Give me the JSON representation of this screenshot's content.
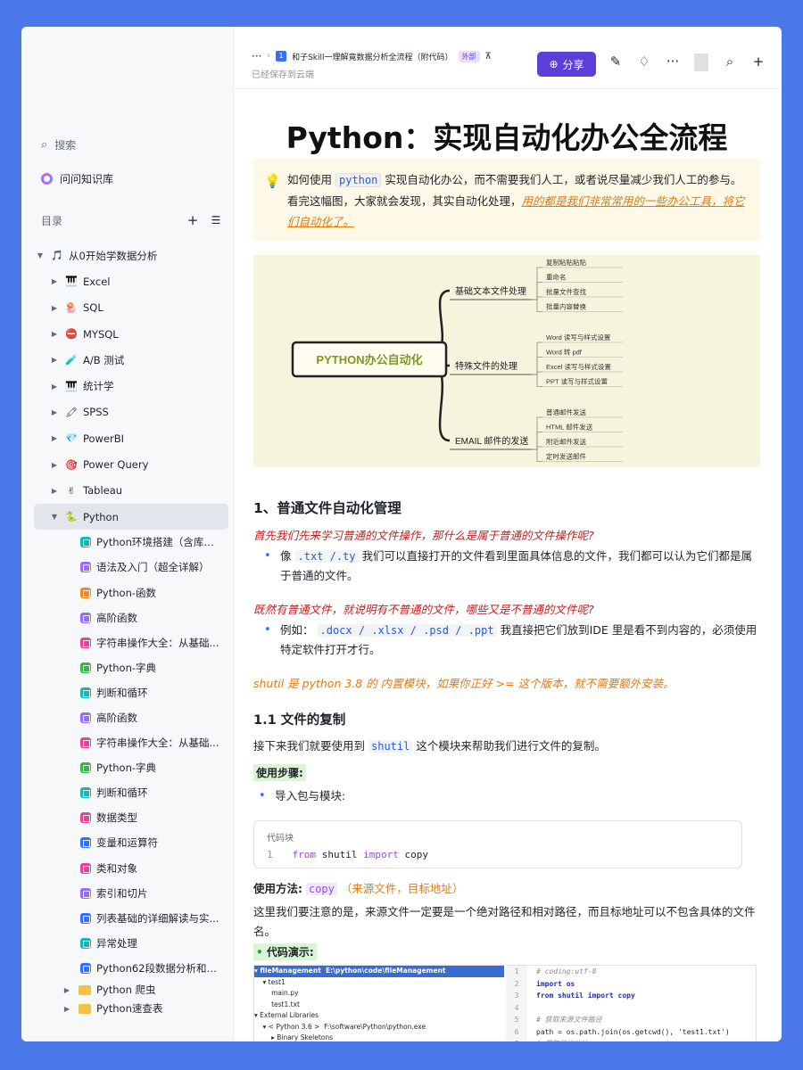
{
  "sidebar": {
    "search_placeholder": "搜索",
    "wiki_label": "问问知识库",
    "toc_label": "目录",
    "tree": [
      {
        "label": "从0开始学数据分析",
        "emoji": "🎵",
        "level": 0,
        "expanded": true
      },
      {
        "label": "Excel",
        "emoji": "🎹",
        "level": 1
      },
      {
        "label": "SQL",
        "emoji": "🪼",
        "level": 1
      },
      {
        "label": "MYSQL",
        "emoji": "⛔",
        "level": 1
      },
      {
        "label": "A/B 测试",
        "emoji": "🧪",
        "level": 1
      },
      {
        "label": "统计学",
        "emoji": "🎹",
        "level": 1
      },
      {
        "label": "SPSS",
        "emoji": "🖍",
        "level": 1
      },
      {
        "label": "PowerBI",
        "emoji": "💎",
        "level": 1
      },
      {
        "label": "Power Query",
        "emoji": "🎯",
        "level": 1
      },
      {
        "label": "Tableau",
        "emoji": "✌",
        "level": 1
      },
      {
        "label": "Python",
        "emoji": "🐍",
        "level": 1,
        "expanded": true,
        "active": true
      }
    ],
    "python_children": [
      {
        "label": "Python环境搭建（含库管...",
        "color": "#16b5b5"
      },
      {
        "label": "语法及入门（超全详解）",
        "color": "#9a6cf0"
      },
      {
        "label": "Python-函数",
        "color": "#f08a24"
      },
      {
        "label": "高阶函数",
        "color": "#9a6cf0"
      },
      {
        "label": "字符串操作大全：从基础...",
        "color": "#e0459a"
      },
      {
        "label": "Python-字典",
        "color": "#3bb54a"
      },
      {
        "label": "判断和循环",
        "color": "#16b5b5"
      },
      {
        "label": "高阶函数",
        "color": "#9a6cf0"
      },
      {
        "label": "字符串操作大全：从基础...",
        "color": "#e0459a"
      },
      {
        "label": "Python-字典",
        "color": "#3bb54a"
      },
      {
        "label": "判断和循环",
        "color": "#16b5b5"
      },
      {
        "label": "数据类型",
        "color": "#e0459a"
      },
      {
        "label": "变量和运算符",
        "color": "#3370ff"
      },
      {
        "label": "类和对象",
        "color": "#e0459a"
      },
      {
        "label": "索引和切片",
        "color": "#9a6cf0"
      },
      {
        "label": "列表基础的详细解读与实...",
        "color": "#3370ff"
      },
      {
        "label": "异常处理",
        "color": "#16b5b5"
      },
      {
        "label": "Python62段数据分析和处...",
        "color": "#3370ff"
      }
    ],
    "folders": [
      {
        "label": "Python 爬虫"
      },
      {
        "label": "Python速查表"
      }
    ]
  },
  "header": {
    "crumb_num": "1",
    "crumb_title": "和子Skill一理解竟数据分析全流程（附代码）",
    "crumb_tag": "外部",
    "saved_text": "已经保存到云端",
    "share_label": "分享"
  },
  "doc": {
    "title": "Python：实现自动化办公全流程",
    "callout": {
      "t1": "如何使用",
      "code": "python",
      "t2": "实现自动化办公，而不需要我们人工，或者说尽量减少我们人工的参与。看完这幅图，大家就会发现，其实自动化处理，",
      "highlight": "用的都是我们非常常用的一些办公工具，将它们自动化了。"
    },
    "mindmap": {
      "root": "PYTHON办公自动化",
      "branches": [
        {
          "label": "基础文本文件处理",
          "leaves": [
            "复制粘贴粘贴",
            "重命名",
            "批量文件查找",
            "批量内容替换"
          ]
        },
        {
          "label": "特殊文件的处理",
          "leaves": [
            "Word 读写与样式设置",
            "Word 转 pdf",
            "Excel 读写与样式设置",
            "PPT 读写与样式设置"
          ]
        },
        {
          "label": "EMAIL 邮件的发送",
          "leaves": [
            "普通邮件发送",
            "HTML 邮件发送",
            "附近邮件发送",
            "定时发送邮件"
          ]
        }
      ]
    },
    "s1_heading": "1、普通文件自动化管理",
    "s1_q1": "首先我们先来学习普通的文件操作，那什么是属于普通的文件操作呢?",
    "s1_b1_pre": "像",
    "s1_b1_code": ".txt /.ty",
    "s1_b1_post": "我们可以直接打开的文件看到里面具体信息的文件，我们都可以认为它们都是属于普通的文件。",
    "s1_q2": "既然有普通文件，就说明有不普通的文件，哪些又是不普通的文件呢?",
    "s1_b2_pre": "例如：",
    "s1_b2_code": ".docx / .xlsx / .psd / .ppt",
    "s1_b2_post": "我直接把它们放到IDE 里是看不到内容的，必须使用特定软件打开才行。",
    "s1_note": "shutil 是 python 3.8 的 内置模块，如果你正好 >= 这个版本，就不需要额外安装。",
    "s11_heading": "1.1 文件的复制",
    "s11_p1_pre": "接下来我们就要使用到",
    "s11_p1_code": "shutil",
    "s11_p1_post": "这个模块来帮助我们进行文件的复制。",
    "steps_label": "使用步骤:",
    "step1": "导入包与模块:",
    "codeblock_label": "代码块",
    "code_line_no": "1",
    "code_from": "from",
    "code_mod": "shutil",
    "code_import": "import",
    "code_name": "copy",
    "usage_label": "使用方法:",
    "usage_code": "copy",
    "usage_args": "（来源文件，目标地址）",
    "usage_note": "这里我们要注意的是，来源文件一定要是一个绝对路径和相对路径，而且标地址可以不包含具体的文件名。",
    "demo_label": "代码演示:",
    "shot_tree": [
      "▾ fileManagement  E:\\python\\code\\fileManagement",
      "    ▾ test1",
      "        main.py",
      "        test1.txt",
      "▾ External Libraries",
      "    ▾ < Python 3.6 >  F:\\software\\Python\\python.exe",
      "        ▸ Binary Skeletons"
    ],
    "shot_code": [
      {
        "n": "1",
        "t": "# coding:utf-8",
        "k": "cmt"
      },
      {
        "n": "2",
        "t": "import os",
        "k": "kw"
      },
      {
        "n": "3",
        "t": "from shutil import copy",
        "k": "kw"
      },
      {
        "n": "4",
        "t": "",
        "k": ""
      },
      {
        "n": "5",
        "t": "# 获取来源文件路径",
        "k": "cmt"
      },
      {
        "n": "6",
        "t": "path = os.path.join(os.getcwd(), 'test1.txt')",
        "k": ""
      },
      {
        "n": "7",
        "t": "# 获取目标地址",
        "k": "cmt"
      }
    ]
  }
}
